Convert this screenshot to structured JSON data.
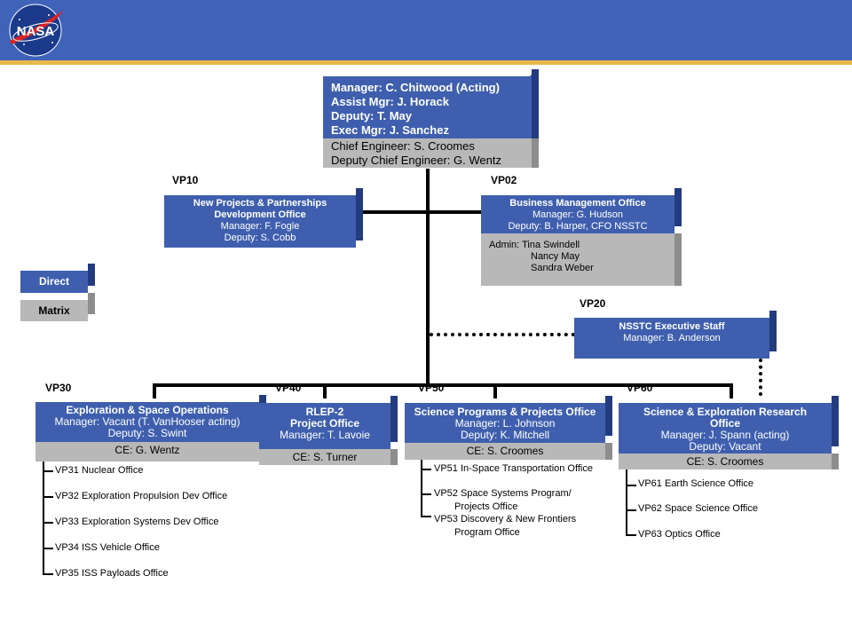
{
  "header": {
    "logo_text": "NASA"
  },
  "center": {
    "manager": "Manager: C. Chitwood (Acting)",
    "assist": "Assist Mgr: J. Horack",
    "deputy": "Deputy: T. May",
    "exec": "Exec Mgr: J. Sanchez",
    "chief": "Chief Engineer: S. Croomes",
    "deputy_chief": "Deputy Chief Engineer: G. Wentz"
  },
  "vp10": {
    "code": "VP10",
    "l1": "New Projects & Partnerships",
    "l2": "Development Office",
    "l3": "Manager: F. Fogle",
    "l4": "Deputy: S. Cobb"
  },
  "vp02": {
    "code": "VP02",
    "l1": "Business Management Office",
    "l2": "Manager: G. Hudson",
    "l3": "Deputy: B. Harper, CFO NSSTC",
    "admin1": "Admin: Tina Swindell",
    "admin2": "Nancy May",
    "admin3": "Sandra Weber"
  },
  "legend": {
    "direct": "Direct",
    "matrix": "Matrix"
  },
  "vp20": {
    "code": "VP20",
    "l1": "NSSTC Executive Staff",
    "l2": "Manager: B. Anderson"
  },
  "vp30": {
    "code": "VP30",
    "l1": "Exploration & Space Operations",
    "l2": "Manager: Vacant (T. VanHooser acting)",
    "l3": "Deputy: S. Swint",
    "ce": "CE: G. Wentz",
    "subs": [
      "VP31 Nuclear Office",
      "VP32 Exploration Propulsion Dev Office",
      "VP33 Exploration Systems Dev Office",
      "VP34 ISS Vehicle Office",
      "VP35 ISS Payloads Office"
    ]
  },
  "vp40": {
    "code": "VP40",
    "l1": "RLEP-2",
    "l2": "Project Office",
    "l3": "Manager: T. Lavoie",
    "ce": "CE: S. Turner"
  },
  "vp50": {
    "code": "VP50",
    "l1": "Science Programs & Projects Office",
    "l2": "Manager: L. Johnson",
    "l3": "Deputy: K. Mitchell",
    "ce": "CE: S. Croomes",
    "sub1": "VP51 In-Space Transportation Office",
    "sub2a": "VP52 Space Systems Program/",
    "sub2b": "Projects Office",
    "sub3a": "VP53 Discovery & New Frontiers",
    "sub3b": "Program Office"
  },
  "vp60": {
    "code": "VP60",
    "l1": "Science & Exploration Research",
    "l2": "Office",
    "l3": "Manager: J. Spann (acting)",
    "l4": "Deputy: Vacant",
    "ce": "CE: S. Croomes",
    "subs": [
      "VP61 Earth Science Office",
      "VP62 Space Science Office",
      "VP63 Optics Office"
    ]
  }
}
